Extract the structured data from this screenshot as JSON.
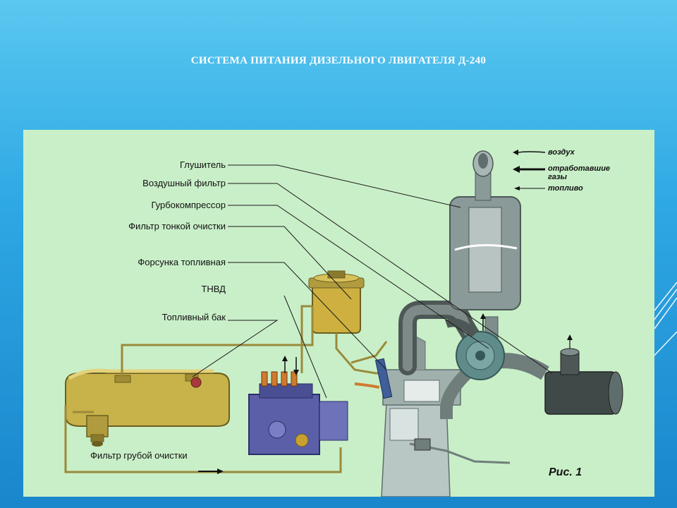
{
  "slide": {
    "title": "СИСТЕМА ПИТАНИЯ ДИЗЕЛЬНОГО ЛВИГАТЕЛЯ Д-240"
  },
  "figure": {
    "caption": "Рис. 1",
    "labels": [
      {
        "id": "muffler",
        "text": "Глушитель"
      },
      {
        "id": "air-filter",
        "text": "Воздушный фильтр"
      },
      {
        "id": "turbocharger",
        "text": "Гурбокомпрессор"
      },
      {
        "id": "fine-filter",
        "text": "Фильтр тонкой очистки"
      },
      {
        "id": "injector",
        "text": "Форсунка топливная"
      },
      {
        "id": "pump",
        "text": "ТНВД"
      },
      {
        "id": "fuel-tank",
        "text": "Топливный бак"
      },
      {
        "id": "coarse-filter",
        "text": "Фильтр грубой очистки"
      }
    ],
    "legend": [
      {
        "id": "air",
        "text": "воздух"
      },
      {
        "id": "exhaust-1",
        "text": "отработавшие"
      },
      {
        "id": "exhaust-2",
        "text": "газы"
      },
      {
        "id": "fuel",
        "text": "топливо"
      }
    ]
  },
  "colors": {
    "figure_bg": "#c9efc8",
    "tank": "#c8b34a",
    "pump": "#5b5fa8",
    "muffler": "#8a9a98",
    "engine": "#b8c6c4",
    "pipe": "#6f7d7b",
    "leader": "#1a1a1a"
  },
  "icons": [
    "arrow-left-icon",
    "arrow-right-icon",
    "arrow-up-icon",
    "arrow-down-icon"
  ]
}
